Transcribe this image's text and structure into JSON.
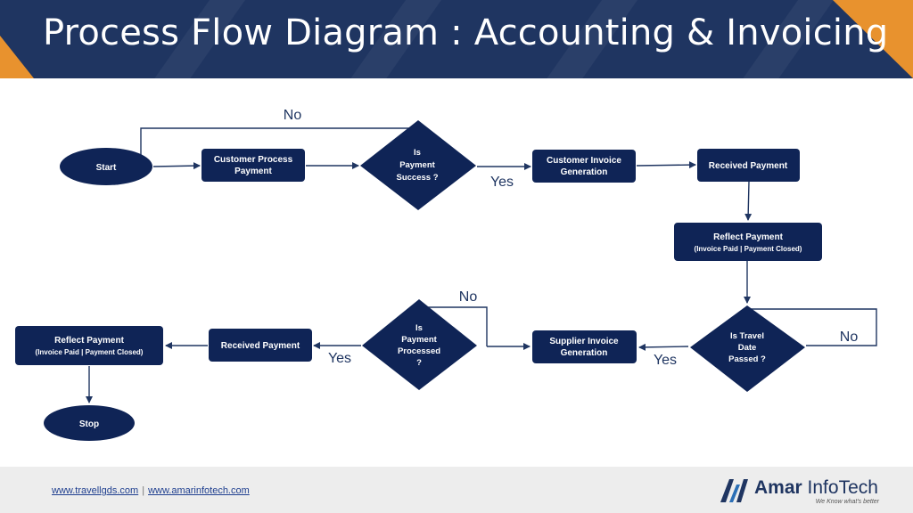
{
  "header": {
    "title": "Process Flow Diagram : Accounting & Invoicing"
  },
  "flow": {
    "start": "Start",
    "customer_process_payment": [
      "Customer Process",
      "Payment"
    ],
    "is_payment_success": [
      "Is",
      "Payment",
      "Success ?"
    ],
    "customer_invoice_generation": [
      "Customer Invoice",
      "Generation"
    ],
    "received_payment_top": "Received Payment",
    "reflect_payment_right": [
      "Reflect Payment",
      "(Invoice Paid | Payment Closed)"
    ],
    "is_travel_date_passed": [
      "Is Travel",
      "Date",
      "Passed ?"
    ],
    "supplier_invoice_generation": [
      "Supplier Invoice",
      "Generation"
    ],
    "is_payment_processed": [
      "Is",
      "Payment",
      "Processed",
      "?"
    ],
    "received_payment_bottom": "Received Payment",
    "reflect_payment_left": [
      "Reflect Payment",
      "(Invoice Paid | Payment Closed)"
    ],
    "stop": "Stop",
    "labels": {
      "no_top": "No",
      "yes_top": "Yes",
      "no_travel": "No",
      "yes_travel": "Yes",
      "no_processed": "No",
      "yes_processed": "Yes"
    }
  },
  "footer": {
    "link1": "www.travellgds.com",
    "separator": "|",
    "link2": "www.amarinfotech.com",
    "logo_name_bold": "Amar",
    "logo_name_rest": " InfoTech",
    "logo_tagline": "We Know what's better"
  },
  "colors": {
    "node": "#0f2456",
    "header": "#1f3561",
    "accent": "#e8922e"
  }
}
